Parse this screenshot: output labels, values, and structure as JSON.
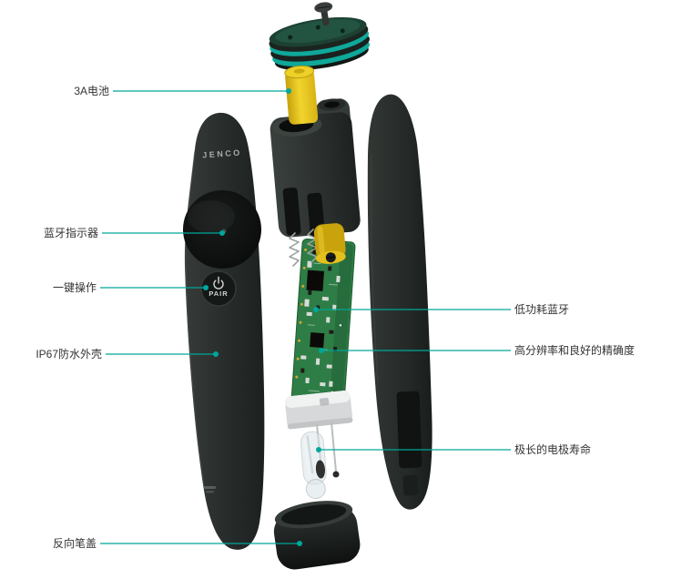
{
  "device": {
    "brand": "JENCO",
    "pair_button_label": "PAIR"
  },
  "callouts": {
    "left": [
      {
        "id": "battery",
        "label": "3A电池"
      },
      {
        "id": "bluetooth-indicator",
        "label": "蓝牙指示器"
      },
      {
        "id": "one-key-operation",
        "label": "一键操作"
      },
      {
        "id": "ip67-housing",
        "label": "IP67防水外壳"
      },
      {
        "id": "reverse-pen-cap",
        "label": "反向笔盖"
      }
    ],
    "right": [
      {
        "id": "low-power-bluetooth",
        "label": "低功耗蓝牙"
      },
      {
        "id": "high-resolution-accuracy",
        "label": "高分辨率和良好的精确度"
      },
      {
        "id": "long-electrode-life",
        "label": "极长的电极寿命"
      }
    ]
  },
  "colors": {
    "accent_teal": "#00a69a",
    "pcb_green": "#2e7d46",
    "battery_yellow": "#e6c31c",
    "housing_dark": "#262b29"
  },
  "icons": {
    "pair_power": "power-icon"
  }
}
